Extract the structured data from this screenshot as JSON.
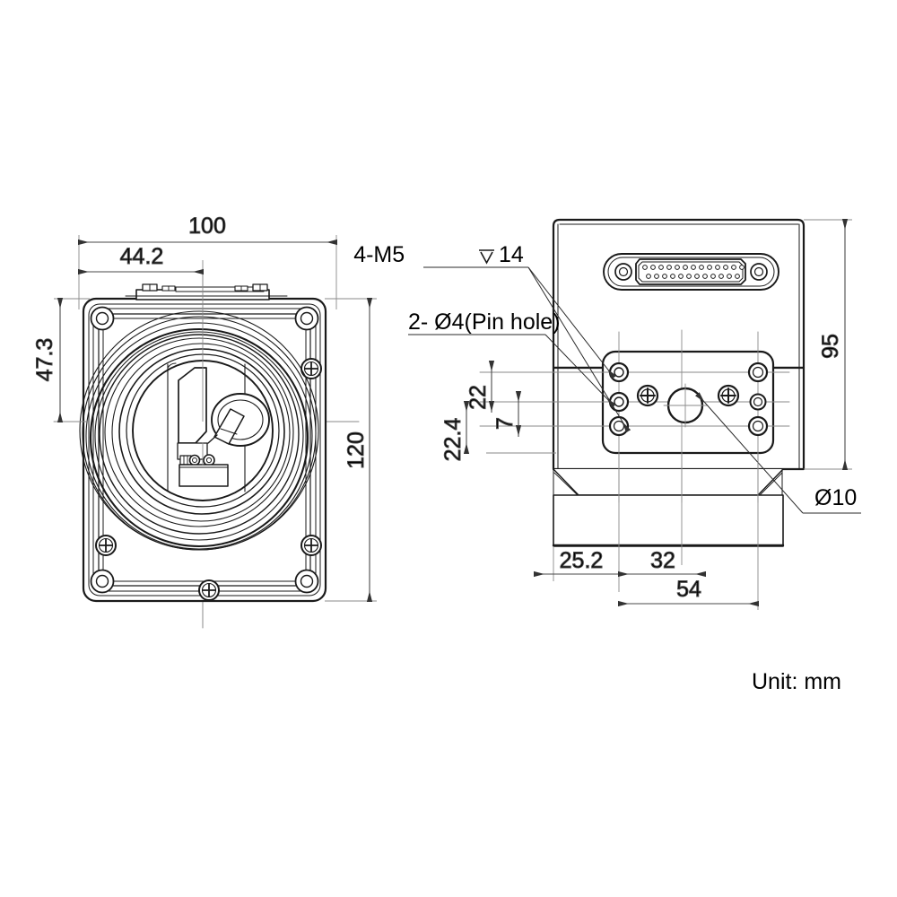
{
  "drawing": {
    "title": "Camera dimensional drawing",
    "unit_note": "Unit: mm",
    "background_color": "#ffffff",
    "line_color": "#1a1a1a",
    "dim_line_color": "#4a4a4a",
    "center_line_color": "#808080"
  },
  "views": {
    "front": {
      "name": "front-view",
      "dimensions": {
        "width_overall": "100",
        "width_partial": "44.2",
        "height_overall": "120",
        "height_partial": "47.3"
      }
    },
    "side": {
      "name": "side-view",
      "dimensions": {
        "height_overall": "95",
        "hole_spacing_vertical": "22",
        "pin_hole_spacing": "7",
        "bottom_offset": "22.4",
        "left_offset": "25.2",
        "mid_span": "32",
        "total_span": "54"
      },
      "callouts": {
        "tapped_holes": "4-M5 ↧ 14",
        "pin_holes": "2- Ø4(Pin hole)",
        "center_bore": "Ø10"
      },
      "connector": {
        "type": "d-sub-25-connector",
        "pins_top_row": 13,
        "pins_bottom_row": 12
      }
    }
  },
  "labels": {
    "d100": "100",
    "d44_2": "44.2",
    "d120": "120",
    "d47_3": "47.3",
    "d95": "95",
    "d22": "22",
    "d7": "7",
    "d22_4": "22.4",
    "d25_2": "25.2",
    "d32": "32",
    "d54": "54",
    "callout_m5": "4-M5",
    "callout_m5_depth": "14",
    "callout_pin": "2- Ø4(Pin hole)",
    "callout_bore": "Ø10",
    "unit": "Unit: mm"
  }
}
